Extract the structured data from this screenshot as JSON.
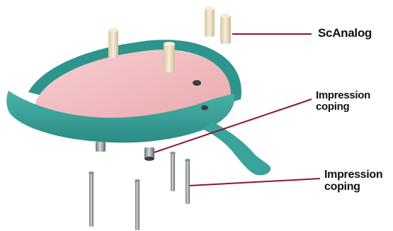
{
  "labels": {
    "scanalog": "ScAnalog",
    "impression_coping_upper": "Impression\ncoping",
    "impression_coping_lower": "Impression\ncoping"
  },
  "colors": {
    "tray": "#3aa39a",
    "tray_dark": "#2b8c84",
    "gum": "#f1b9bd",
    "gum_light": "#f7cfd1",
    "analog": "#e9dcc0",
    "metal": "#9aa0a6",
    "leader_line": "#8b1538"
  }
}
